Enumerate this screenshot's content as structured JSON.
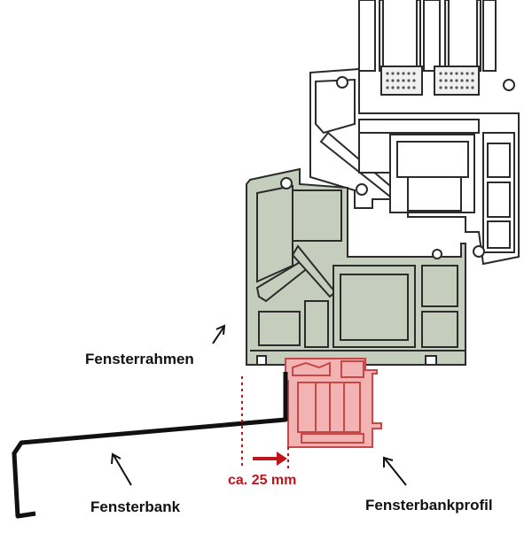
{
  "labels": {
    "frame": "Fensterrahmen",
    "sill": "Fensterbank",
    "sill_profile": "Fensterbankprofil",
    "dimension": "ca. 25 mm"
  },
  "colors": {
    "frame_fill": "#c5cdbd",
    "sash_fill": "#ffffff",
    "profile_fill": "#f4b3b3",
    "profile_stroke": "#c84848",
    "accent_red": "#c0141b",
    "outline": "#2b2b2b",
    "sill_stroke": "#111111"
  }
}
